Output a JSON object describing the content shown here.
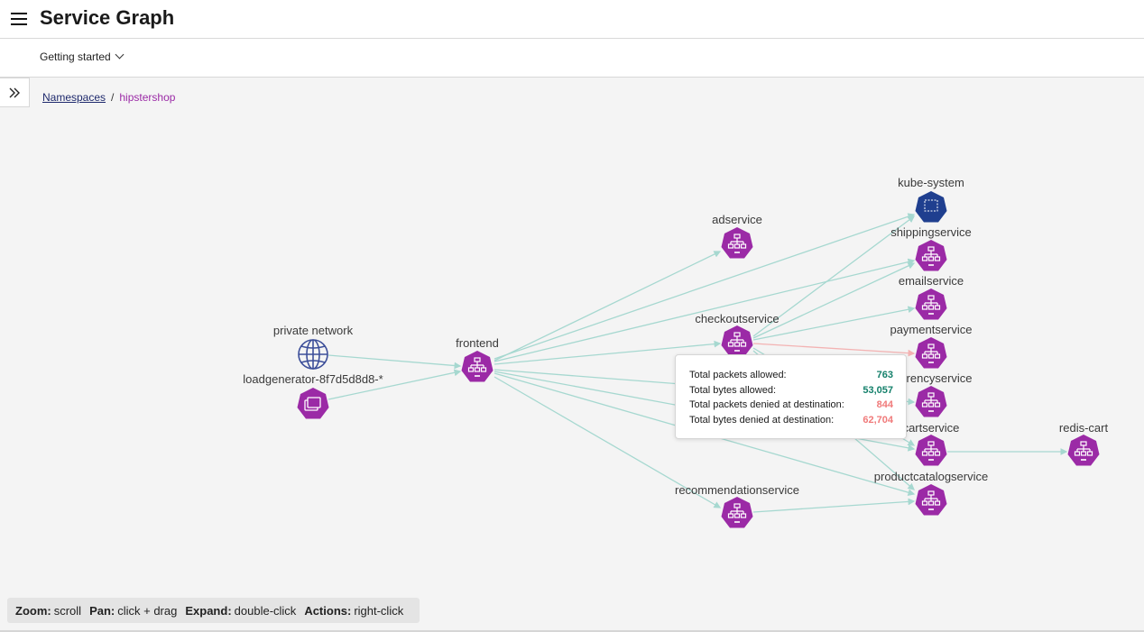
{
  "header": {
    "title": "Service Graph",
    "menu_icon": "hamburger-menu-icon"
  },
  "subheader": {
    "getting_started": "Getting started"
  },
  "breadcrumb": {
    "root": "Namespaces",
    "separator": "/",
    "current": "hipstershop"
  },
  "graph": {
    "nodes": [
      {
        "id": "private-network",
        "label": "private network",
        "kind": "network"
      },
      {
        "id": "loadgenerator",
        "label": "loadgenerator-8f7d5d8d8-*",
        "kind": "pod"
      },
      {
        "id": "frontend",
        "label": "frontend",
        "kind": "svc"
      },
      {
        "id": "adservice",
        "label": "adservice",
        "kind": "svc"
      },
      {
        "id": "checkoutservice",
        "label": "checkoutservice",
        "kind": "svc"
      },
      {
        "id": "recommendationservice",
        "label": "recommendationservice",
        "kind": "svc"
      },
      {
        "id": "kube-system",
        "label": "kube-system",
        "kind": "namespace"
      },
      {
        "id": "shippingservice",
        "label": "shippingservice",
        "kind": "svc"
      },
      {
        "id": "emailservice",
        "label": "emailservice",
        "kind": "svc"
      },
      {
        "id": "paymentservice",
        "label": "paymentservice",
        "kind": "svc"
      },
      {
        "id": "currencyservice",
        "label": "currencyservice",
        "kind": "svc"
      },
      {
        "id": "cartservice",
        "label": "cartservice",
        "kind": "svc"
      },
      {
        "id": "productcatalogservice",
        "label": "productcatalogservice",
        "kind": "svc"
      },
      {
        "id": "redis-cart",
        "label": "redis-cart",
        "kind": "svc"
      }
    ],
    "colors": {
      "edge": "#a6d8d0",
      "edge_denied": "#f3b3b3",
      "node": "#9b2aa6",
      "namespace": "#1f3f8f",
      "network": "#3d4f9a"
    }
  },
  "tooltip": {
    "rows": [
      {
        "label": "Total packets allowed:",
        "value": "763",
        "status": "allowed"
      },
      {
        "label": "Total bytes allowed:",
        "value": "53,057",
        "status": "allowed"
      },
      {
        "label": "Total packets denied at destination:",
        "value": "844",
        "status": "denied"
      },
      {
        "label": "Total bytes denied at destination:",
        "value": "62,704",
        "status": "denied"
      }
    ]
  },
  "help": {
    "zoom_key": "Zoom:",
    "zoom_val": "scroll",
    "pan_key": "Pan:",
    "pan_val": "click + drag",
    "expand_key": "Expand:",
    "expand_val": "double-click",
    "actions_key": "Actions:",
    "actions_val": "right-click"
  }
}
